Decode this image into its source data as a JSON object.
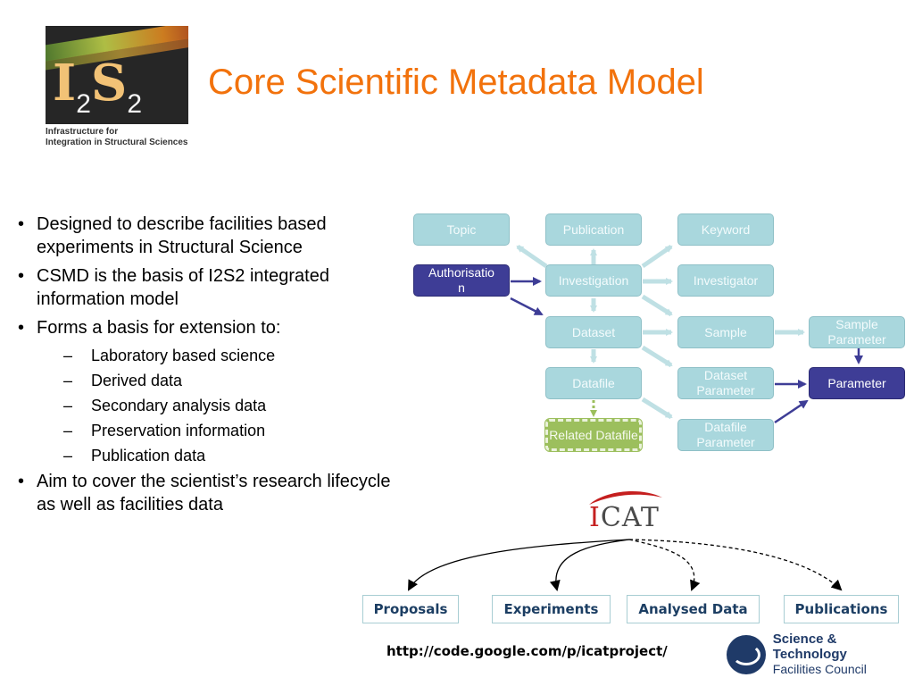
{
  "logo": {
    "letters_main": "I",
    "letters_sub1": "2",
    "letters_main2": "S",
    "letters_sub2": "2",
    "caption_line1": "Infrastructure for",
    "caption_line2": "Integration in Structural Sciences"
  },
  "title": "Core Scientific Metadata Model",
  "bullets": [
    {
      "level": 1,
      "mark": "•",
      "text": "Designed to describe facilities based experiments in Structural Science"
    },
    {
      "level": 1,
      "mark": "•",
      "text": "CSMD is the basis of I2S2 integrated information model"
    },
    {
      "level": 1,
      "mark": "•",
      "text": "Forms a basis for extension to:"
    },
    {
      "level": 2,
      "mark": "–",
      "text": "Laboratory based science"
    },
    {
      "level": 2,
      "mark": "–",
      "text": "Derived data"
    },
    {
      "level": 2,
      "mark": "–",
      "text": "Secondary analysis data"
    },
    {
      "level": 2,
      "mark": "–",
      "text": "Preservation information"
    },
    {
      "level": 2,
      "mark": "–",
      "text": "Publication data"
    },
    {
      "level": 1,
      "mark": "•",
      "text": "Aim to cover the scientist’s research lifecycle as well as facilities data"
    }
  ],
  "diagram": {
    "nodes": {
      "topic": "Topic",
      "publication": "Publication",
      "keyword": "Keyword",
      "authorisation": "Authorisatio\nn",
      "investigation": "Investigation",
      "investigator": "Investigator",
      "dataset": "Dataset",
      "sample": "Sample",
      "sample_parameter": "Sample Parameter",
      "datafile": "Datafile",
      "dataset_parameter": "Dataset Parameter",
      "parameter": "Parameter",
      "related_datafile": "Related Datafile",
      "datafile_parameter": "Datafile Parameter"
    },
    "colors": {
      "light_node": "#a9d7dd",
      "dark_node": "#3e3d96",
      "green_node": "#9cbf5d",
      "light_arrow": "#bfe0e4",
      "dark_arrow": "#3e3d96"
    }
  },
  "icat": {
    "logo_i": "I",
    "logo_rest": "CAT",
    "categories": [
      "Proposals",
      "Experiments",
      "Analysed Data",
      "Publications"
    ]
  },
  "url": "http://code.google.com/p/icatproject/",
  "stfc": {
    "line1": "Science & Technology",
    "line2": "Facilities Council"
  }
}
